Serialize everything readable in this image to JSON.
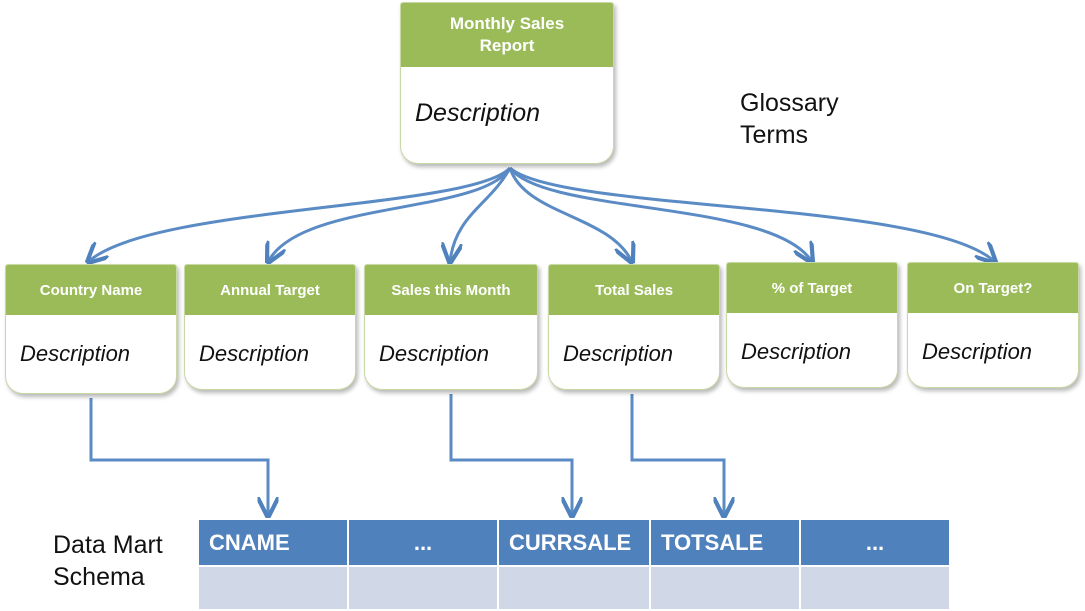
{
  "report": {
    "title": "Monthly Sales Report",
    "description": "Description"
  },
  "glossary_label": "Glossary Terms",
  "terms": [
    {
      "title": "Country Name",
      "description": "Description"
    },
    {
      "title": "Annual Target",
      "description": "Description"
    },
    {
      "title": "Sales this Month",
      "description": "Description"
    },
    {
      "title": "Total Sales",
      "description": "Description"
    },
    {
      "title": "% of Target",
      "description": "Description"
    },
    {
      "title": "On Target?",
      "description": "Description"
    }
  ],
  "schema_label": "Data Mart Schema",
  "schema_columns": [
    "CNAME",
    "...",
    "CURRSALE",
    "TOTSALE",
    "..."
  ],
  "colors": {
    "card_header": "#9bbb59",
    "arrow": "#4f81bd",
    "table_header": "#4f81bd",
    "table_row": "#d0d8e8"
  }
}
